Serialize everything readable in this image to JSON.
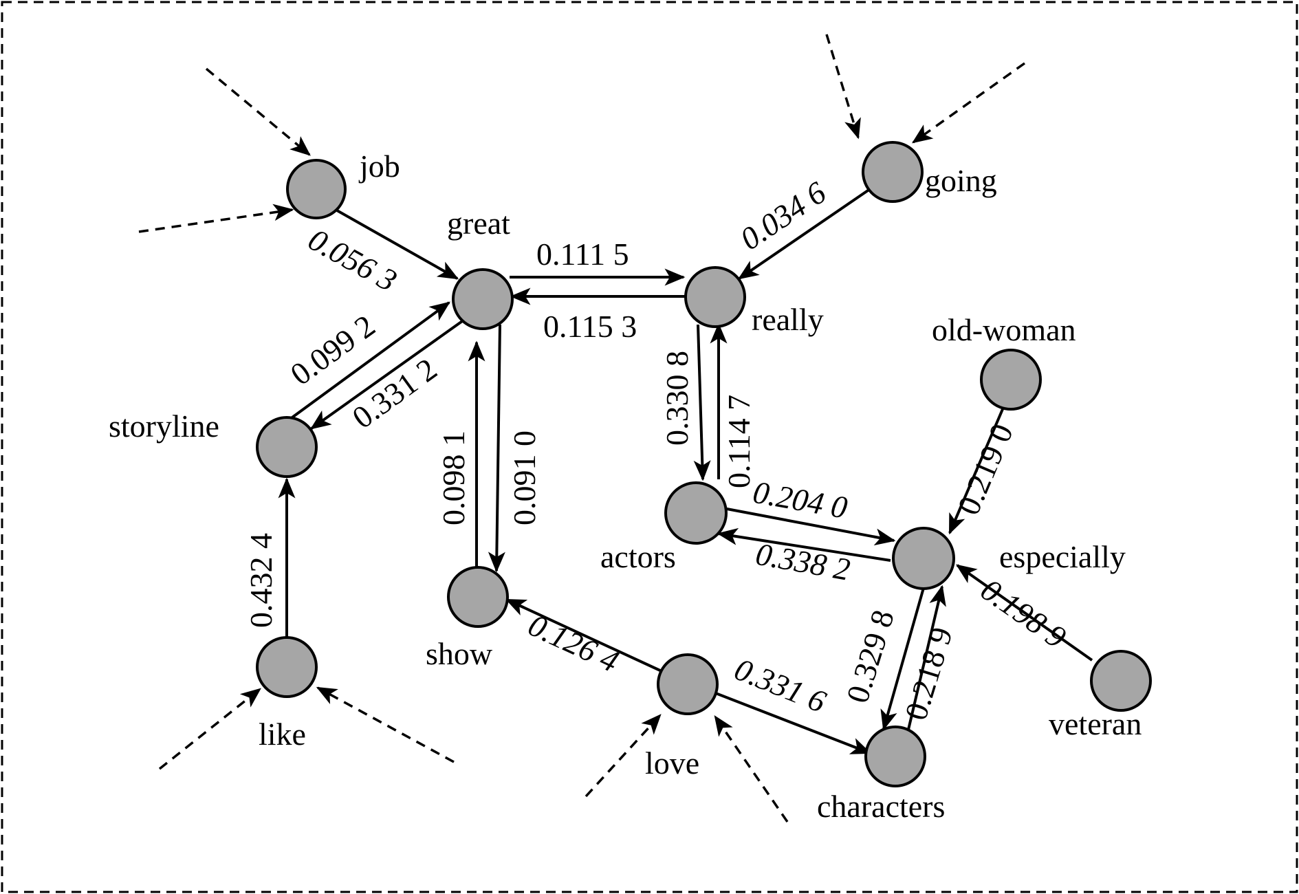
{
  "nodes": {
    "job": "job",
    "great": "great",
    "going": "going",
    "really": "really",
    "old_woman": "old-woman",
    "storyline": "storyline",
    "actors": "actors",
    "especially": "especially",
    "show": "show",
    "like": "like",
    "love": "love",
    "veteran": "veteran",
    "characters": "characters"
  },
  "weights": {
    "job_great": "0.056 3",
    "great_really": "0.111 5",
    "really_great": "0.115 3",
    "going_really": "0.034 6",
    "storyline_great": "0.099 2",
    "great_storyline": "0.331 2",
    "show_great": "0.098 1",
    "great_show": "0.091 0",
    "really_actors": "0.330 8",
    "actors_really": "0.114 7",
    "actors_especially": "0.204 0",
    "especially_actors": "0.338 2",
    "old_woman_especially": "0.219 0",
    "like_storyline": "0.432 4",
    "love_show": "0.126 4",
    "love_characters": "0.331 6",
    "especially_characters": "0.329 8",
    "characters_especially": "0.218 9",
    "veteran_especially": "0.198 9"
  },
  "colors": {
    "node_fill": "#a6a6a6",
    "stroke": "#000000"
  }
}
